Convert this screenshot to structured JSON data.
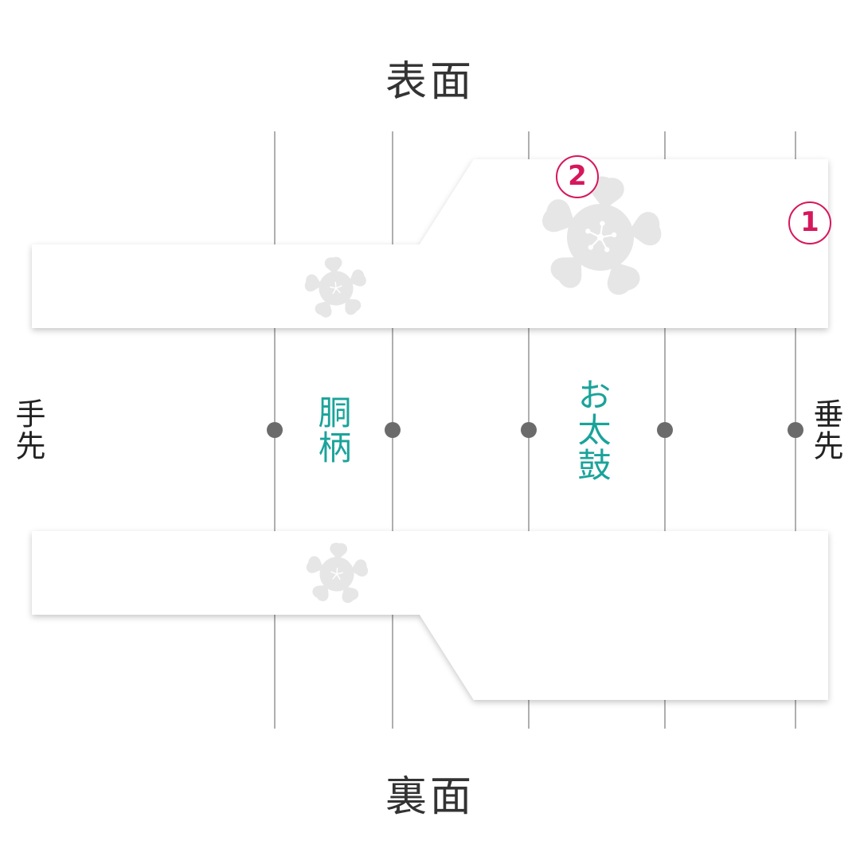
{
  "headings": {
    "front": "表面",
    "back": "裏面"
  },
  "labels": {
    "tesaki": "手先",
    "tarasaki": "垂先",
    "dogara": "胴柄",
    "otaiko": "お太鼓"
  },
  "markers": {
    "one": "1",
    "two": "2"
  },
  "colors": {
    "band": "#ffffff",
    "guide_line": "#7a7a7a",
    "dot": "#6b6b6b",
    "flower": "#e6e6e6",
    "section_label": "#1aa39a",
    "marker": "#d6175c",
    "text": "#222222"
  },
  "icons": {
    "flower": "sakura-flower-icon"
  }
}
